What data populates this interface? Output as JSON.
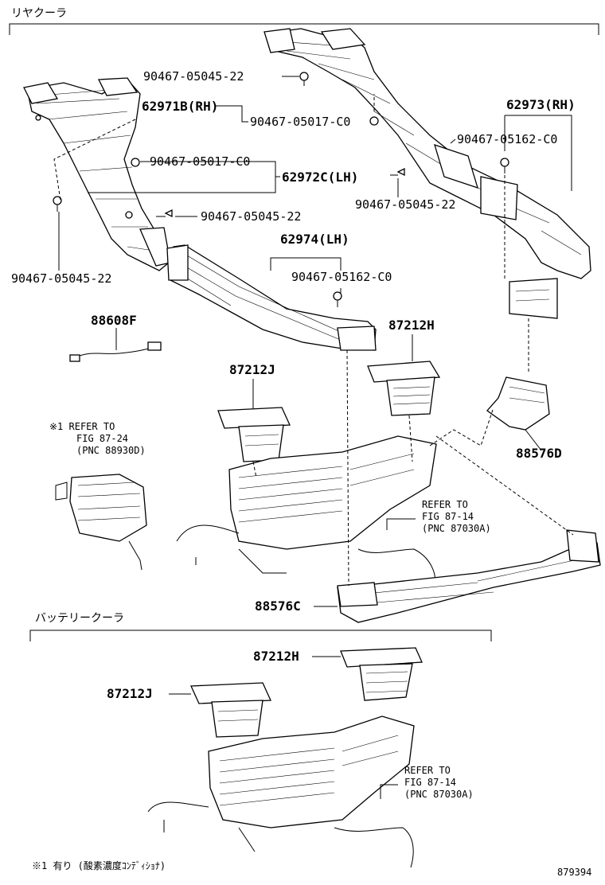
{
  "sections": {
    "rear_cooler": "リヤクーラ",
    "battery_cooler": "バッテリークーラ"
  },
  "parts": {
    "p90467_05045_22_top": "90467-05045-22",
    "p62971B": "62971B(RH)",
    "p90467_05017_C0_a": "90467-05017-C0",
    "p90467_05017_C0_b": "90467-05017-C0",
    "p62972C": "62972C(LH)",
    "p90467_05045_22_mid": "90467-05045-22",
    "p90467_05045_22_left": "90467-05045-22",
    "p62973": "62973(RH)",
    "p90467_05162_C0_right": "90467-05162-C0",
    "p90467_05045_22_right": "90467-05045-22",
    "p62974": "62974(LH)",
    "p90467_05162_C0_center": "90467-05162-C0",
    "p88608F": "88608F",
    "p87212H_top": "87212H",
    "p87212J_top": "87212J",
    "p88576D": "88576D",
    "p88576C": "88576C",
    "p87212H_bottom": "87212H",
    "p87212J_bottom": "87212J"
  },
  "refs": {
    "ref1_line1": "※1 REFER TO",
    "ref1_line2": "FIG 87-24",
    "ref1_line3": "(PNC 88930D)",
    "ref2_line1": "REFER TO",
    "ref2_line2": "FIG 87-14",
    "ref2_line3": "(PNC 87030A)",
    "ref3_line1": "REFER TO",
    "ref3_line2": "FIG 87-14",
    "ref3_line3": "(PNC 87030A)"
  },
  "footnote": "※1 有り (酸素濃度ｺﾝﾃﾞｨｼｮﾅ)",
  "figure_number": "879394"
}
